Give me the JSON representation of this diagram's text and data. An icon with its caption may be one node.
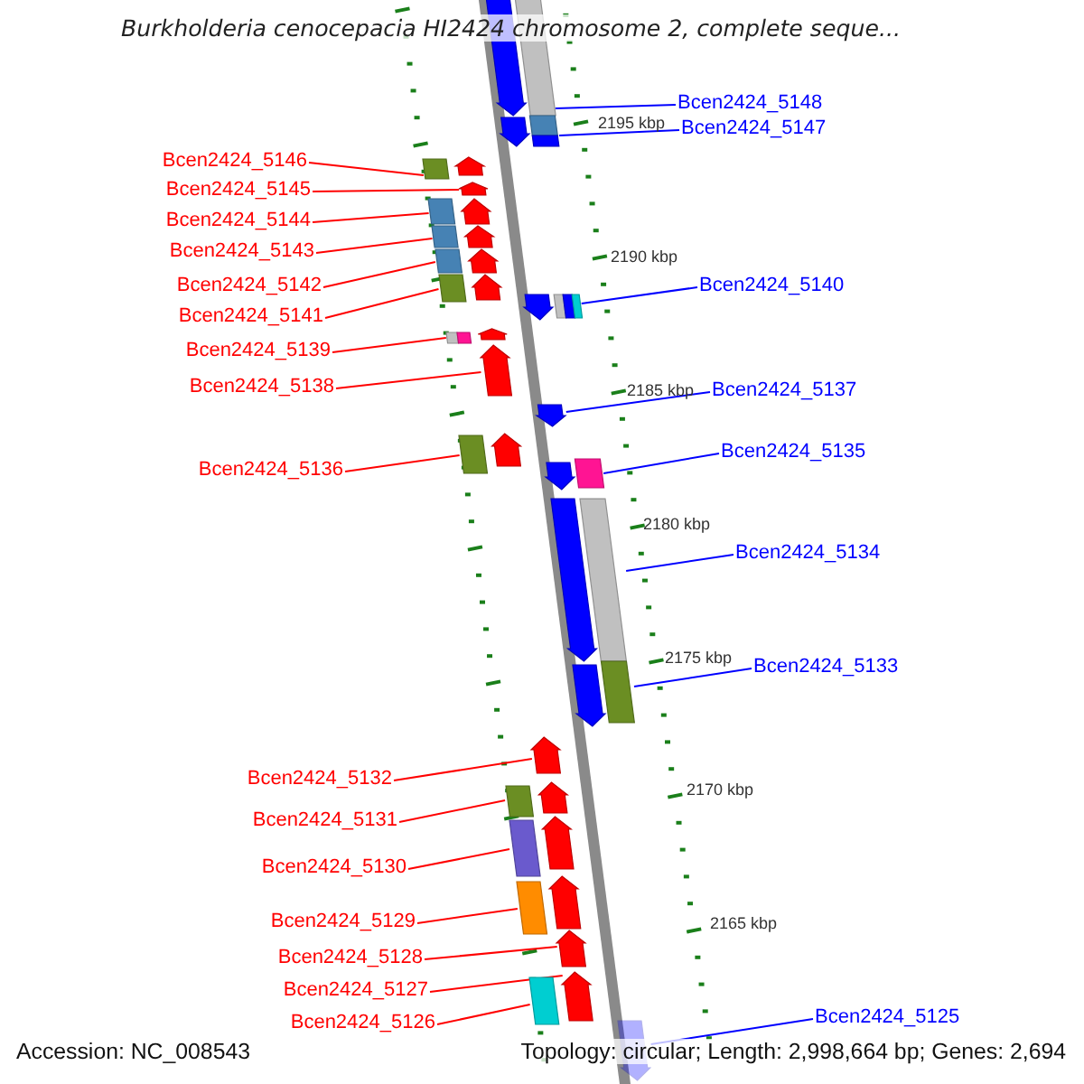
{
  "diagram": {
    "title": "Burkholderia cenocepacia HI2424 chromosome 2, complete seque...",
    "nodes": [
      {
        "text": [
          "Bcen2424_5146"
        ]
      },
      {
        "text": [
          "Bcen2424_5145"
        ]
      },
      {
        "text": [
          "Bcen2424_5144"
        ]
      },
      {
        "text": [
          "Bcen2424_5143"
        ]
      },
      {
        "text": [
          "Bcen2424_5142"
        ]
      },
      {
        "text": [
          "Bcen2424_5141"
        ]
      },
      {
        "text": [
          "Bcen2424_5139"
        ]
      },
      {
        "text": [
          "Bcen2424_5138"
        ]
      },
      {
        "text": [
          "Bcen2424_5136"
        ]
      },
      {
        "text": [
          "Bcen2424_5132"
        ]
      },
      {
        "text": [
          "Bcen2424_5131"
        ]
      },
      {
        "text": [
          "Bcen2424_5130"
        ]
      },
      {
        "text": [
          "Bcen2424_5129"
        ]
      },
      {
        "text": [
          "Bcen2424_5128"
        ]
      },
      {
        "text": [
          "Bcen2424_5127"
        ]
      },
      {
        "text": [
          "Bcen2424_5126"
        ]
      },
      {
        "text": [
          "Bcen2424_5148"
        ]
      },
      {
        "text": [
          "Bcen2424_5147"
        ]
      },
      {
        "text": [
          "Bcen2424_5140"
        ]
      },
      {
        "text": [
          "Bcen2424_5137"
        ]
      },
      {
        "text": [
          "Bcen2424_5135"
        ]
      },
      {
        "text": [
          "Bcen2424_5134"
        ]
      },
      {
        "text": [
          "Bcen2424_5133"
        ]
      },
      {
        "text": [
          "Bcen2424_5125"
        ]
      },
      {
        "text": [],
        "shape": "arrow"
      },
      {
        "text": [],
        "shape": "arrow"
      },
      {
        "text": [],
        "shape": "arrow"
      },
      {
        "text": [],
        "shape": "arrow"
      },
      {
        "text": [],
        "shape": "arrow"
      },
      {
        "text": [],
        "shape": "arrow"
      },
      {
        "text": [],
        "shape": "arrow"
      },
      {
        "text": [],
        "shape": "arrow"
      },
      {
        "text": [],
        "shape": "arrow"
      },
      {
        "text": [],
        "shape": "arrow"
      },
      {
        "text": [],
        "shape": "arrow"
      },
      {
        "text": [],
        "shape": "arrow"
      },
      {
        "text": [],
        "shape": "arrow"
      },
      {
        "text": [],
        "shape": "arrow"
      },
      {
        "text": [],
        "shape": "arrow"
      },
      {
        "text": [],
        "shape": "box"
      },
      {
        "text": [],
        "shape": "arrow"
      },
      {
        "text": [],
        "shape": "arrow"
      },
      {
        "text": [],
        "shape": "arrow"
      },
      {
        "text": [],
        "shape": "arrow"
      },
      {
        "text": [],
        "shape": "arrow"
      },
      {
        "text": [],
        "shape": "arrow"
      },
      {
        "text": [],
        "shape": "arrow"
      },
      {
        "text": [],
        "shape": "arrow"
      }
    ],
    "edges": [
      {
        "from": 0,
        "to": 24,
        "arrow": "none"
      },
      {
        "from": 1,
        "to": 25,
        "arrow": "none"
      },
      {
        "from": 2,
        "to": 26,
        "arrow": "none"
      },
      {
        "from": 3,
        "to": 27,
        "arrow": "none"
      },
      {
        "from": 4,
        "to": 28,
        "arrow": "none"
      },
      {
        "from": 5,
        "to": 29,
        "arrow": "none"
      },
      {
        "from": 6,
        "to": 30,
        "arrow": "none"
      },
      {
        "from": 7,
        "to": 31,
        "arrow": "none"
      },
      {
        "from": 8,
        "to": 32,
        "arrow": "none"
      },
      {
        "from": 9,
        "to": 33,
        "arrow": "none"
      },
      {
        "from": 10,
        "to": 34,
        "arrow": "none"
      },
      {
        "from": 11,
        "to": 35,
        "arrow": "none"
      },
      {
        "from": 12,
        "to": 36,
        "arrow": "none"
      },
      {
        "from": 13,
        "to": 37,
        "arrow": "none"
      },
      {
        "from": 14,
        "to": 38,
        "arrow": "none"
      },
      {
        "from": 15,
        "to": 39,
        "arrow": "none"
      },
      {
        "from": 16,
        "to": 40,
        "arrow": "none",
        "color": "#0000ff"
      },
      {
        "from": 17,
        "to": 41,
        "arrow": "none",
        "color": "#0000ff"
      },
      {
        "from": 18,
        "to": 42,
        "arrow": "none",
        "color": "#0000ff"
      },
      {
        "from": 19,
        "to": 43,
        "arrow": "none",
        "color": "#0000ff"
      },
      {
        "from": 20,
        "to": 44,
        "arrow": "none",
        "color": "#0000ff"
      },
      {
        "from": 21,
        "to": 45,
        "arrow": "none",
        "color": "#0000ff"
      },
      {
        "from": 22,
        "to": 46,
        "arrow": "none",
        "color": "#0000ff"
      },
      {
        "from": 23,
        "to": 47,
        "arrow": "none",
        "color": "#0000ff"
      }
    ],
    "labels": [
      "2195 kbp",
      "2190 kbp",
      "2185 kbp",
      "2180 kbp",
      "2175 kbp",
      "2170 kbp",
      "2165 kbp",
      "Accession: NC_008543",
      "Topology: circular; Length: 2,998,664 bp; Genes: 2,694"
    ]
  }
}
